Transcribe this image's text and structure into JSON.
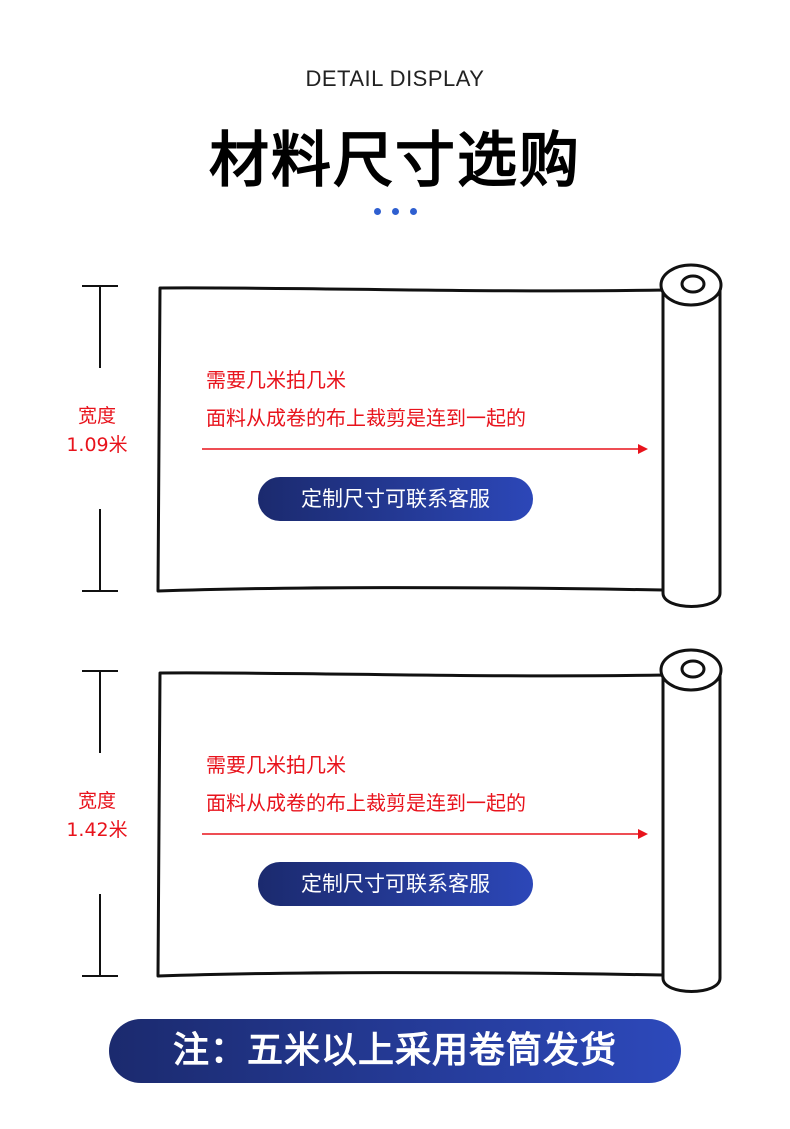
{
  "header": {
    "subtitle": "DETAIL DISPLAY",
    "title": "材料尺寸选购"
  },
  "colors": {
    "accent_blue": "#2f5fd0",
    "navy": "#1b2a6e",
    "red": "#e8131c",
    "outline": "#111111"
  },
  "sections": [
    {
      "width_label": "宽度",
      "width_value": "1.09米",
      "line1": "需要几米拍几米",
      "line2": "面料从成卷的布上裁剪是连到一起的",
      "button": "定制尺寸可联系客服"
    },
    {
      "width_label": "宽度",
      "width_value": "1.42米",
      "line1": "需要几米拍几米",
      "line2": "面料从成卷的布上裁剪是连到一起的",
      "button": "定制尺寸可联系客服"
    }
  ],
  "footer": {
    "note": "注：五米以上采用卷筒发货"
  }
}
